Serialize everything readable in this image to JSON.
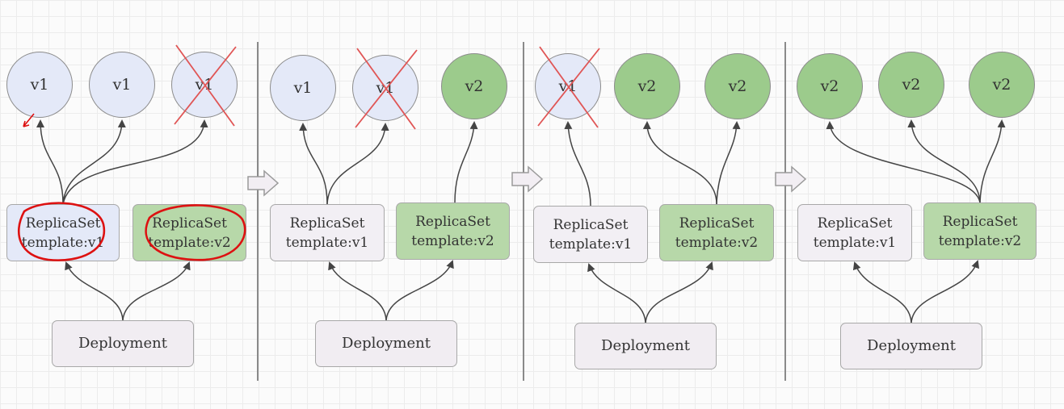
{
  "panels": [
    {
      "pods": [
        {
          "label": "v1",
          "version": "v1",
          "deleted": false
        },
        {
          "label": "v1",
          "version": "v1",
          "deleted": false
        },
        {
          "label": "v1",
          "version": "v1",
          "deleted": true
        }
      ],
      "replicasets": [
        {
          "name": "ReplicaSet",
          "template": "template:v1",
          "version": "v1"
        },
        {
          "name": "ReplicaSet",
          "template": "template:v2",
          "version": "v2"
        }
      ],
      "deployment": "Deployment"
    },
    {
      "pods": [
        {
          "label": "v1",
          "version": "v1",
          "deleted": false
        },
        {
          "label": "v1",
          "version": "v1",
          "deleted": true
        },
        {
          "label": "v2",
          "version": "v2",
          "deleted": false
        }
      ],
      "replicasets": [
        {
          "name": "ReplicaSet",
          "template": "template:v1",
          "version": "v1"
        },
        {
          "name": "ReplicaSet",
          "template": "template:v2",
          "version": "v2"
        }
      ],
      "deployment": "Deployment"
    },
    {
      "pods": [
        {
          "label": "v1",
          "version": "v1",
          "deleted": true
        },
        {
          "label": "v2",
          "version": "v2",
          "deleted": false
        },
        {
          "label": "v2",
          "version": "v2",
          "deleted": false
        }
      ],
      "replicasets": [
        {
          "name": "ReplicaSet",
          "template": "template:v1",
          "version": "v1"
        },
        {
          "name": "ReplicaSet",
          "template": "template:v2",
          "version": "v2"
        }
      ],
      "deployment": "Deployment"
    },
    {
      "pods": [
        {
          "label": "v2",
          "version": "v2",
          "deleted": false
        },
        {
          "label": "v2",
          "version": "v2",
          "deleted": false
        },
        {
          "label": "v2",
          "version": "v2",
          "deleted": false
        }
      ],
      "replicasets": [
        {
          "name": "ReplicaSet",
          "template": "template:v1",
          "version": "v1"
        },
        {
          "name": "ReplicaSet",
          "template": "template:v2",
          "version": "v2"
        }
      ],
      "deployment": "Deployment"
    }
  ],
  "colors": {
    "v1_pod": "#e4e9f8",
    "v2_pod": "#9ccb8c",
    "deleted_cross": "#e05555",
    "annotation": "#dd1111"
  }
}
